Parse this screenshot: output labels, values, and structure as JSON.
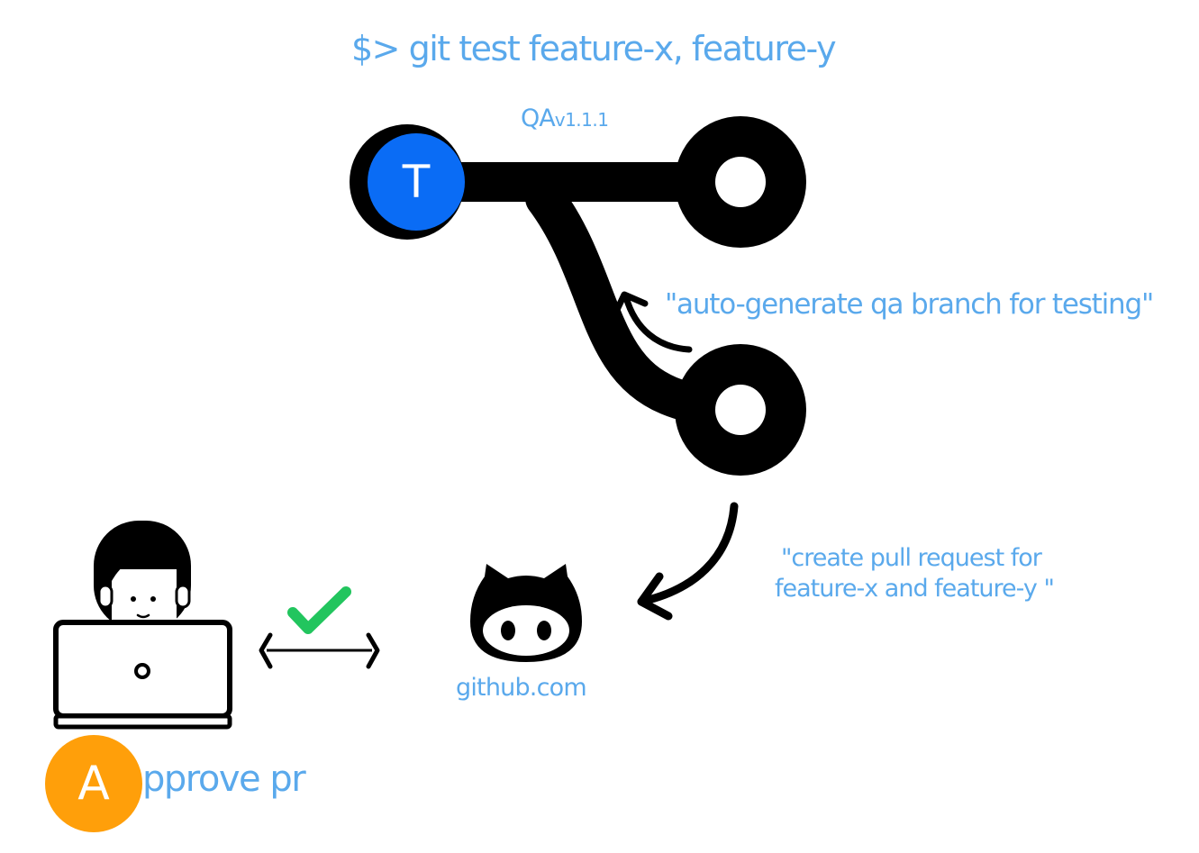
{
  "command": "$> git test feature-x, feature-y",
  "qa_branch": {
    "prefix": "QA",
    "version": "v1.1.1"
  },
  "steps": {
    "auto_generate": "\"auto-generate qa branch for testing\"",
    "create_pr_line1": "\"create pull request for",
    "create_pr_line2": "feature-x and feature-y \""
  },
  "github": {
    "label": "github.com",
    "icon": "github-octocat-icon"
  },
  "badges": {
    "test": "T",
    "approve": "A"
  },
  "approve_rest": "pprove pr",
  "colors": {
    "text": "#5aa9ec",
    "test_badge": "#0a6cf5",
    "approve_badge": "#ff9f0a",
    "check": "#22c55e",
    "stroke": "#000000"
  }
}
